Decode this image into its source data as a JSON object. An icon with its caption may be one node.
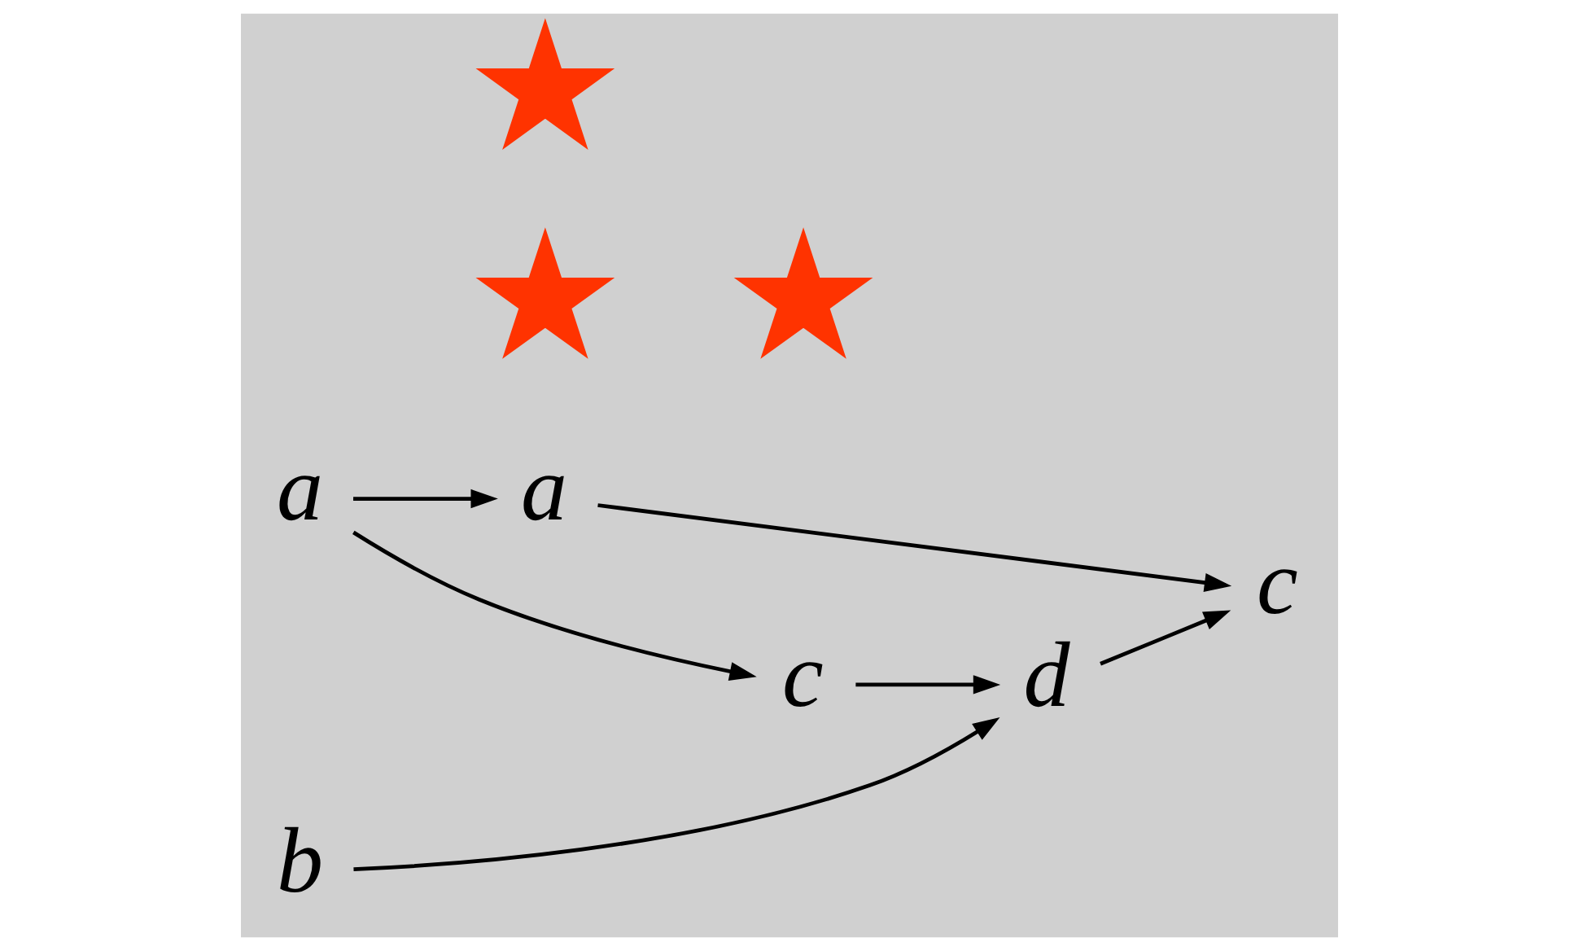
{
  "diagram": {
    "nodes": [
      {
        "text": [],
        "shape": "star"
      },
      {
        "text": [],
        "shape": "star"
      },
      {
        "text": [
          "a"
        ]
      },
      {
        "text": [
          "a"
        ]
      },
      {
        "text": [
          "b"
        ]
      },
      {
        "text": [],
        "shape": "star"
      },
      {
        "text": [
          "c"
        ]
      },
      {
        "text": [
          "d"
        ]
      },
      {
        "text": [
          "c"
        ]
      }
    ],
    "edges": [
      {
        "from": 2,
        "to": 3,
        "arrow": "to"
      },
      {
        "from": 2,
        "to": 6,
        "arrow": "to"
      },
      {
        "from": 3,
        "to": 8,
        "arrow": "to"
      },
      {
        "from": 6,
        "to": 7,
        "arrow": "to"
      },
      {
        "from": 7,
        "to": 8,
        "arrow": "to"
      },
      {
        "from": 4,
        "to": 7,
        "arrow": "to"
      }
    ]
  }
}
